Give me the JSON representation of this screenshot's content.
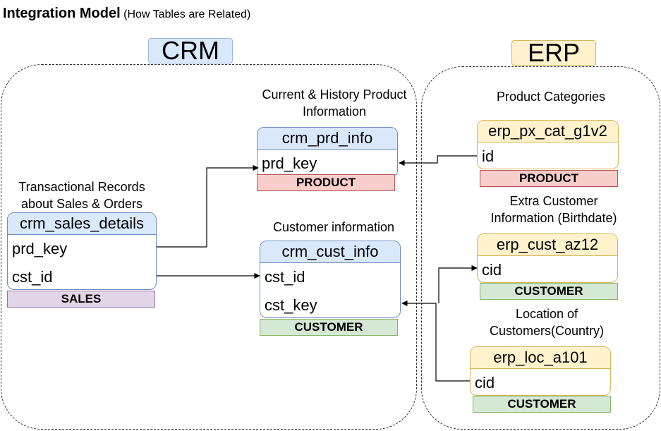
{
  "header": {
    "title": "Integration Model",
    "subtitle": "(How Tables are Related)"
  },
  "groups": {
    "crm": "CRM",
    "erp": "ERP"
  },
  "captions": {
    "prd_info": [
      "Current & History Product",
      "Information"
    ],
    "sales": [
      "Transactional Records",
      "about Sales & Orders"
    ],
    "cust_info": [
      "Customer information"
    ],
    "px_cat": [
      "Product Categories"
    ],
    "cust_az12": [
      "Extra Customer",
      "Information (Birthdate)"
    ],
    "loc_a101": [
      "Location of",
      "Customers(Country)"
    ]
  },
  "tables": {
    "crm_prd_info": {
      "name": "crm_prd_info",
      "fields": [
        "prd_key"
      ],
      "tag": "PRODUCT"
    },
    "crm_sales_details": {
      "name": "crm_sales_details",
      "fields": [
        "prd_key",
        "cst_id"
      ],
      "tag": "SALES"
    },
    "crm_cust_info": {
      "name": "crm_cust_info",
      "fields": [
        "cst_id",
        "cst_key"
      ],
      "tag": "CUSTOMER"
    },
    "erp_px_cat_g1v2": {
      "name": "erp_px_cat_g1v2",
      "fields": [
        "id"
      ],
      "tag": "PRODUCT"
    },
    "erp_cust_az12": {
      "name": "erp_cust_az12",
      "fields": [
        "cid"
      ],
      "tag": "CUSTOMER"
    },
    "erp_loc_a101": {
      "name": "erp_loc_a101",
      "fields": [
        "cid"
      ],
      "tag": "CUSTOMER"
    }
  },
  "colors": {
    "crm_header": "#dae8fc",
    "erp_header": "#fff2cc",
    "product_tag": "#f8cecc",
    "sales_tag": "#e1d5e7",
    "customer_tag": "#d5e8d4"
  }
}
